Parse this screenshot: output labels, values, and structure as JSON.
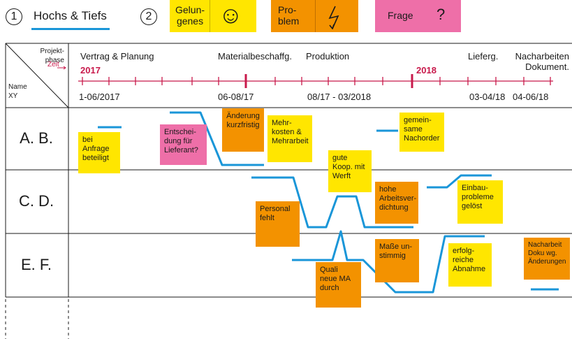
{
  "legend": {
    "n1": "1",
    "title": "Hochs & Tiefs",
    "n2": "2",
    "success_label": "Gelun-\ngenes",
    "success_icon": "☺",
    "problem_label": "Pro-\nblem",
    "problem_icon": "ϟ",
    "question_label": "Frage",
    "question_icon": "?"
  },
  "header": {
    "projektphase": "Projekt-\nphase",
    "zeit": "Zeit",
    "name": "Name\nXY",
    "year1": "2017",
    "year2": "2018",
    "phases": [
      "Vertrag & Planung",
      "Materialbeschaffg.",
      "Produktion",
      "Lieferg.",
      "Nacharbeiten\nDokument."
    ],
    "dates": [
      "1-06/2017",
      "06-08/17",
      "08/17 - 03/2018",
      "03-04/18",
      "04-06/18"
    ]
  },
  "rows": [
    "A. B.",
    "C. D.",
    "E. F."
  ],
  "notes": [
    {
      "text": "bei\nAnfrage\nbeteiligt",
      "color": "yellow"
    },
    {
      "text": "Entschei-\ndung für\nLieferant?",
      "color": "pink"
    },
    {
      "text": "Änderung\nkurzfristig",
      "color": "orange"
    },
    {
      "text": "Mehr-\nkosten &\nMehrarbeit",
      "color": "yellow"
    },
    {
      "text": "gemein-\nsame\nNachorder",
      "color": "yellow"
    },
    {
      "text": "gute\nKoop. mit\nWerft",
      "color": "yellow"
    },
    {
      "text": "hohe\nArbeitsver-\ndichtung",
      "color": "orange"
    },
    {
      "text": "Einbau-\nprobleme\ngelöst",
      "color": "yellow"
    },
    {
      "text": "Personal\nfehlt",
      "color": "orange"
    },
    {
      "text": "Maße un-\nstimmig",
      "color": "orange"
    },
    {
      "text": "erfolg-\nreiche\nAbnahme",
      "color": "yellow"
    },
    {
      "text": "Nacharbeit\nDoku wg.\nÄnderungen",
      "color": "orange"
    },
    {
      "text": "Quali\nneue MA\ndurch",
      "color": "orange"
    }
  ],
  "colors": {
    "accent": "#c8194b",
    "line": "#1a96d8",
    "yellow": "#ffe600",
    "orange": "#f39200",
    "pink": "#ee6fa8"
  }
}
